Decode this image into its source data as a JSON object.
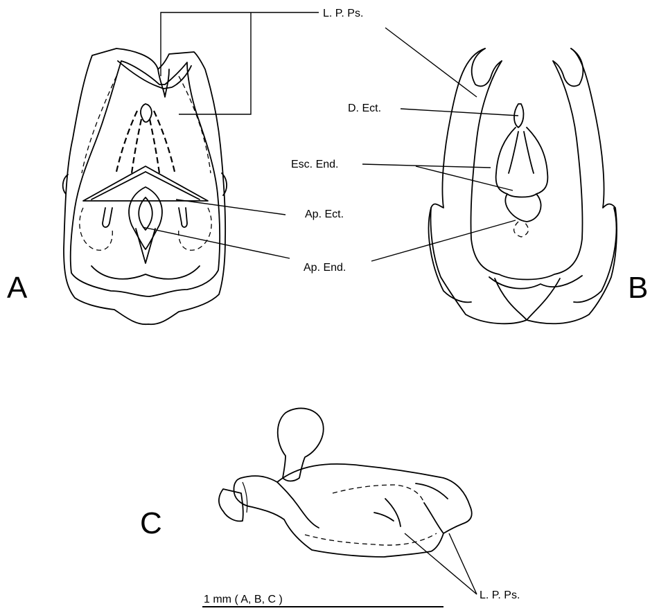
{
  "panels": {
    "a": "A",
    "b": "B",
    "c": "C"
  },
  "labels": {
    "lpps_top": "L. P. Ps.",
    "dect": "D. Ect.",
    "escend": "Esc. End.",
    "apect": "Ap. Ect.",
    "apend": "Ap. End.",
    "lpps_bottom": "L. P. Ps."
  },
  "scale_bar": "1 mm ( A, B, C )"
}
